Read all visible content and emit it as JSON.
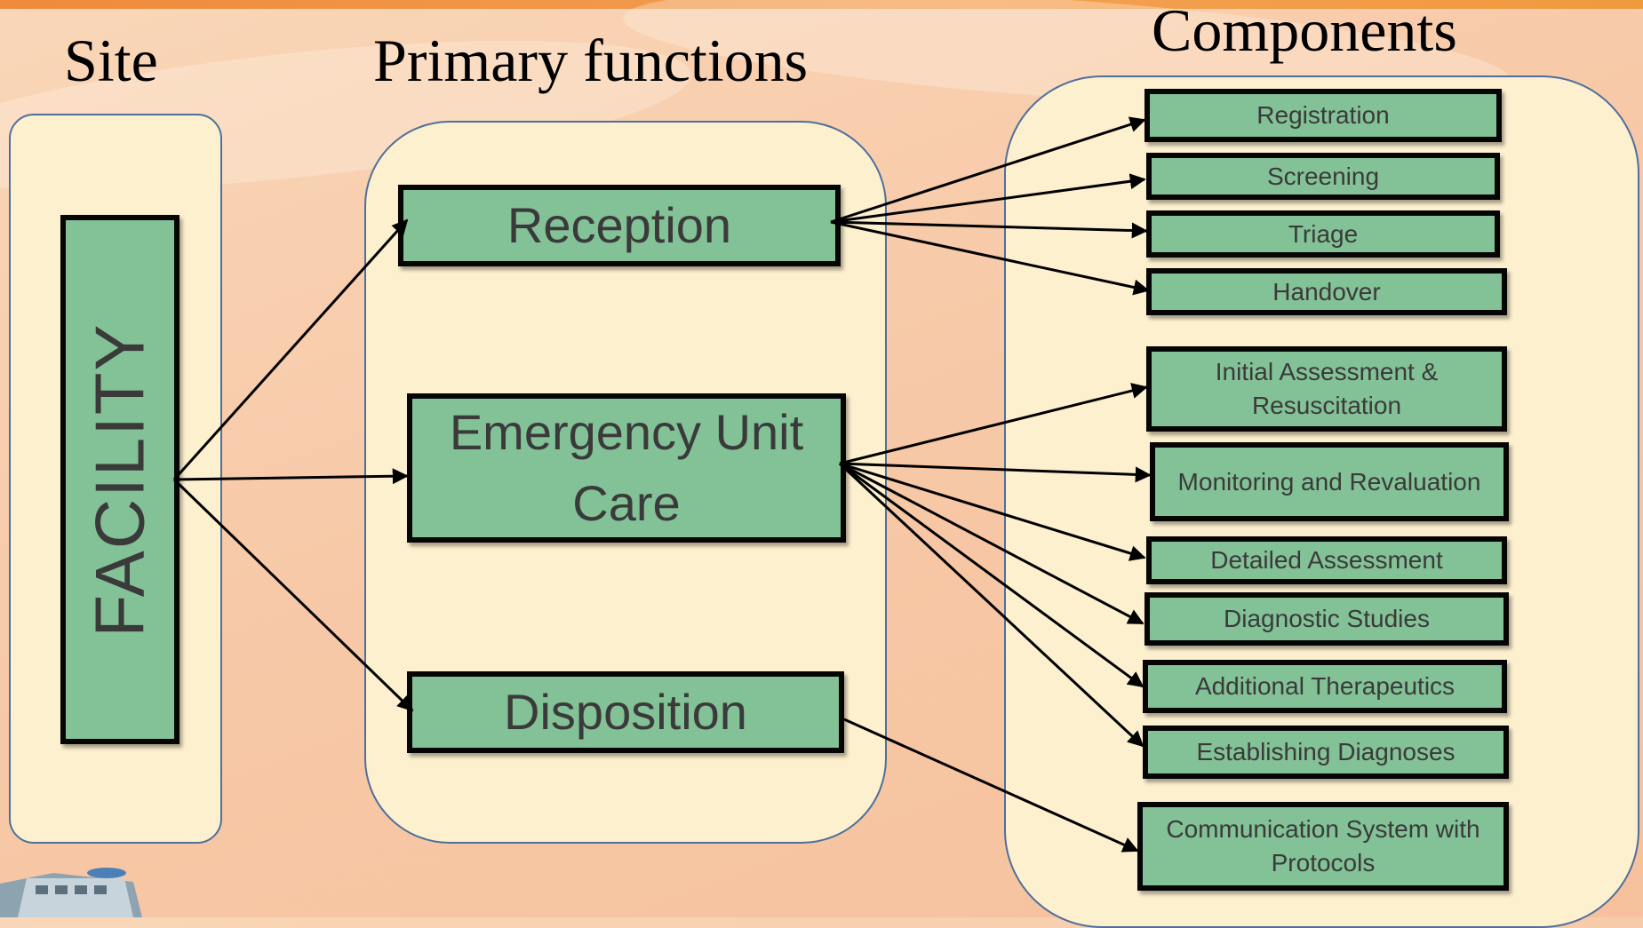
{
  "headings": {
    "site": "Site",
    "primary_functions": "Primary functions",
    "components": "Components"
  },
  "site": {
    "facility": "FACILITY"
  },
  "primary_functions": {
    "reception": "Reception",
    "emergency_line1": "Emergency Unit",
    "emergency_line2": "Care",
    "disposition": "Disposition"
  },
  "components": {
    "registration": "Registration",
    "screening": "Screening",
    "triage": "Triage",
    "handover": "Handover",
    "initial_assessment_line1": "Initial Assessment &",
    "initial_assessment_line2": "Resuscitation",
    "monitoring": "Monitoring and Revaluation",
    "detailed_assessment": "Detailed Assessment",
    "diagnostic_studies": "Diagnostic Studies",
    "additional_therapeutics": "Additional Therapeutics",
    "establishing_diagnoses": "Establishing Diagnoses",
    "communication_line1": "Communication System with",
    "communication_line2": "Protocols"
  },
  "colors": {
    "panel_fill": "#fdf0cf",
    "panel_border": "#4f6f9a",
    "box_fill": "#83c196",
    "box_border": "#050505",
    "box_text": "#3a3a3a"
  }
}
